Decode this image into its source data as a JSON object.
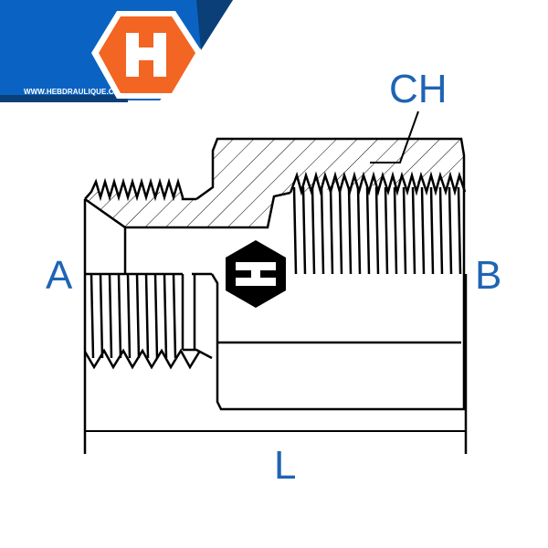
{
  "brand": {
    "url": "WWW.HEBDRAULIQUE.CA",
    "logo_letter": "H",
    "colors": {
      "blue": "#0a63c2",
      "dark_blue": "#0b3f78",
      "orange": "#f26522",
      "label_blue": "#1f64b4"
    }
  },
  "labels": {
    "hex": "CH",
    "port_a": "A",
    "port_b": "B",
    "length": "L"
  }
}
